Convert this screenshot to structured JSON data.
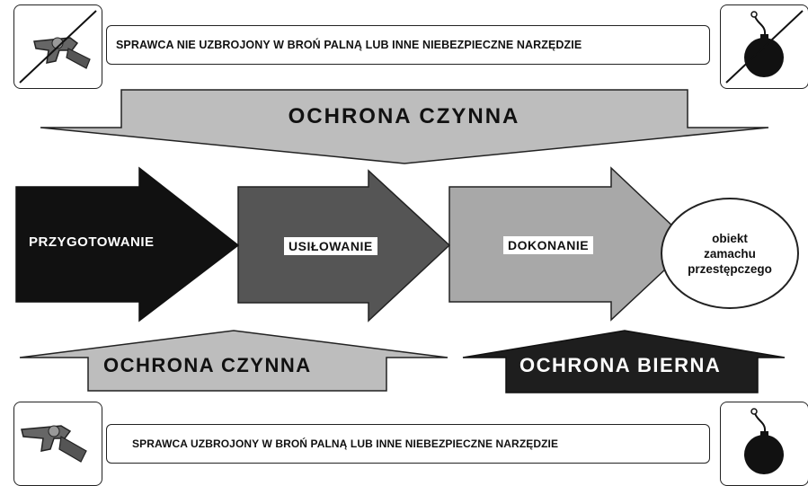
{
  "top_banner": {
    "text": "SPRAWCA NIE UZBROJONY W BROŃ PALNĄ LUB INNE NIEBEZPIECZNE NARZĘDZIE"
  },
  "bottom_banner": {
    "text": "SPRAWCA UZBROJONY W BROŃ PALNĄ LUB INNE NIEBEZPIECZNE NARZĘDZIE"
  },
  "top_arrow": {
    "label": "OCHRONA CZYNNA"
  },
  "stages": [
    {
      "label": "PRZYGOTOWANIE"
    },
    {
      "label": "USIŁOWANIE"
    },
    {
      "label": "DOKONANIE"
    }
  ],
  "target": {
    "label": "obiekt\nzamachu\nprzestępczego"
  },
  "bottom_left_arrow": {
    "label": "OCHRONA CZYNNA"
  },
  "bottom_right_arrow": {
    "label": "OCHRONA BIERNA"
  },
  "icons": {
    "top_left": "crossed-out-revolver-icon",
    "top_right": "crossed-out-bomb-icon",
    "bottom_left": "revolver-icon",
    "bottom_right": "bomb-icon"
  },
  "colors": {
    "stage_1": "#111111",
    "stage_2": "#555555",
    "stage_3": "#a8a8a8",
    "top_arrow": "#bdbdbd",
    "bottom_left_arrow": "#bdbdbd",
    "bottom_right_arrow": "#1e1e1e"
  }
}
